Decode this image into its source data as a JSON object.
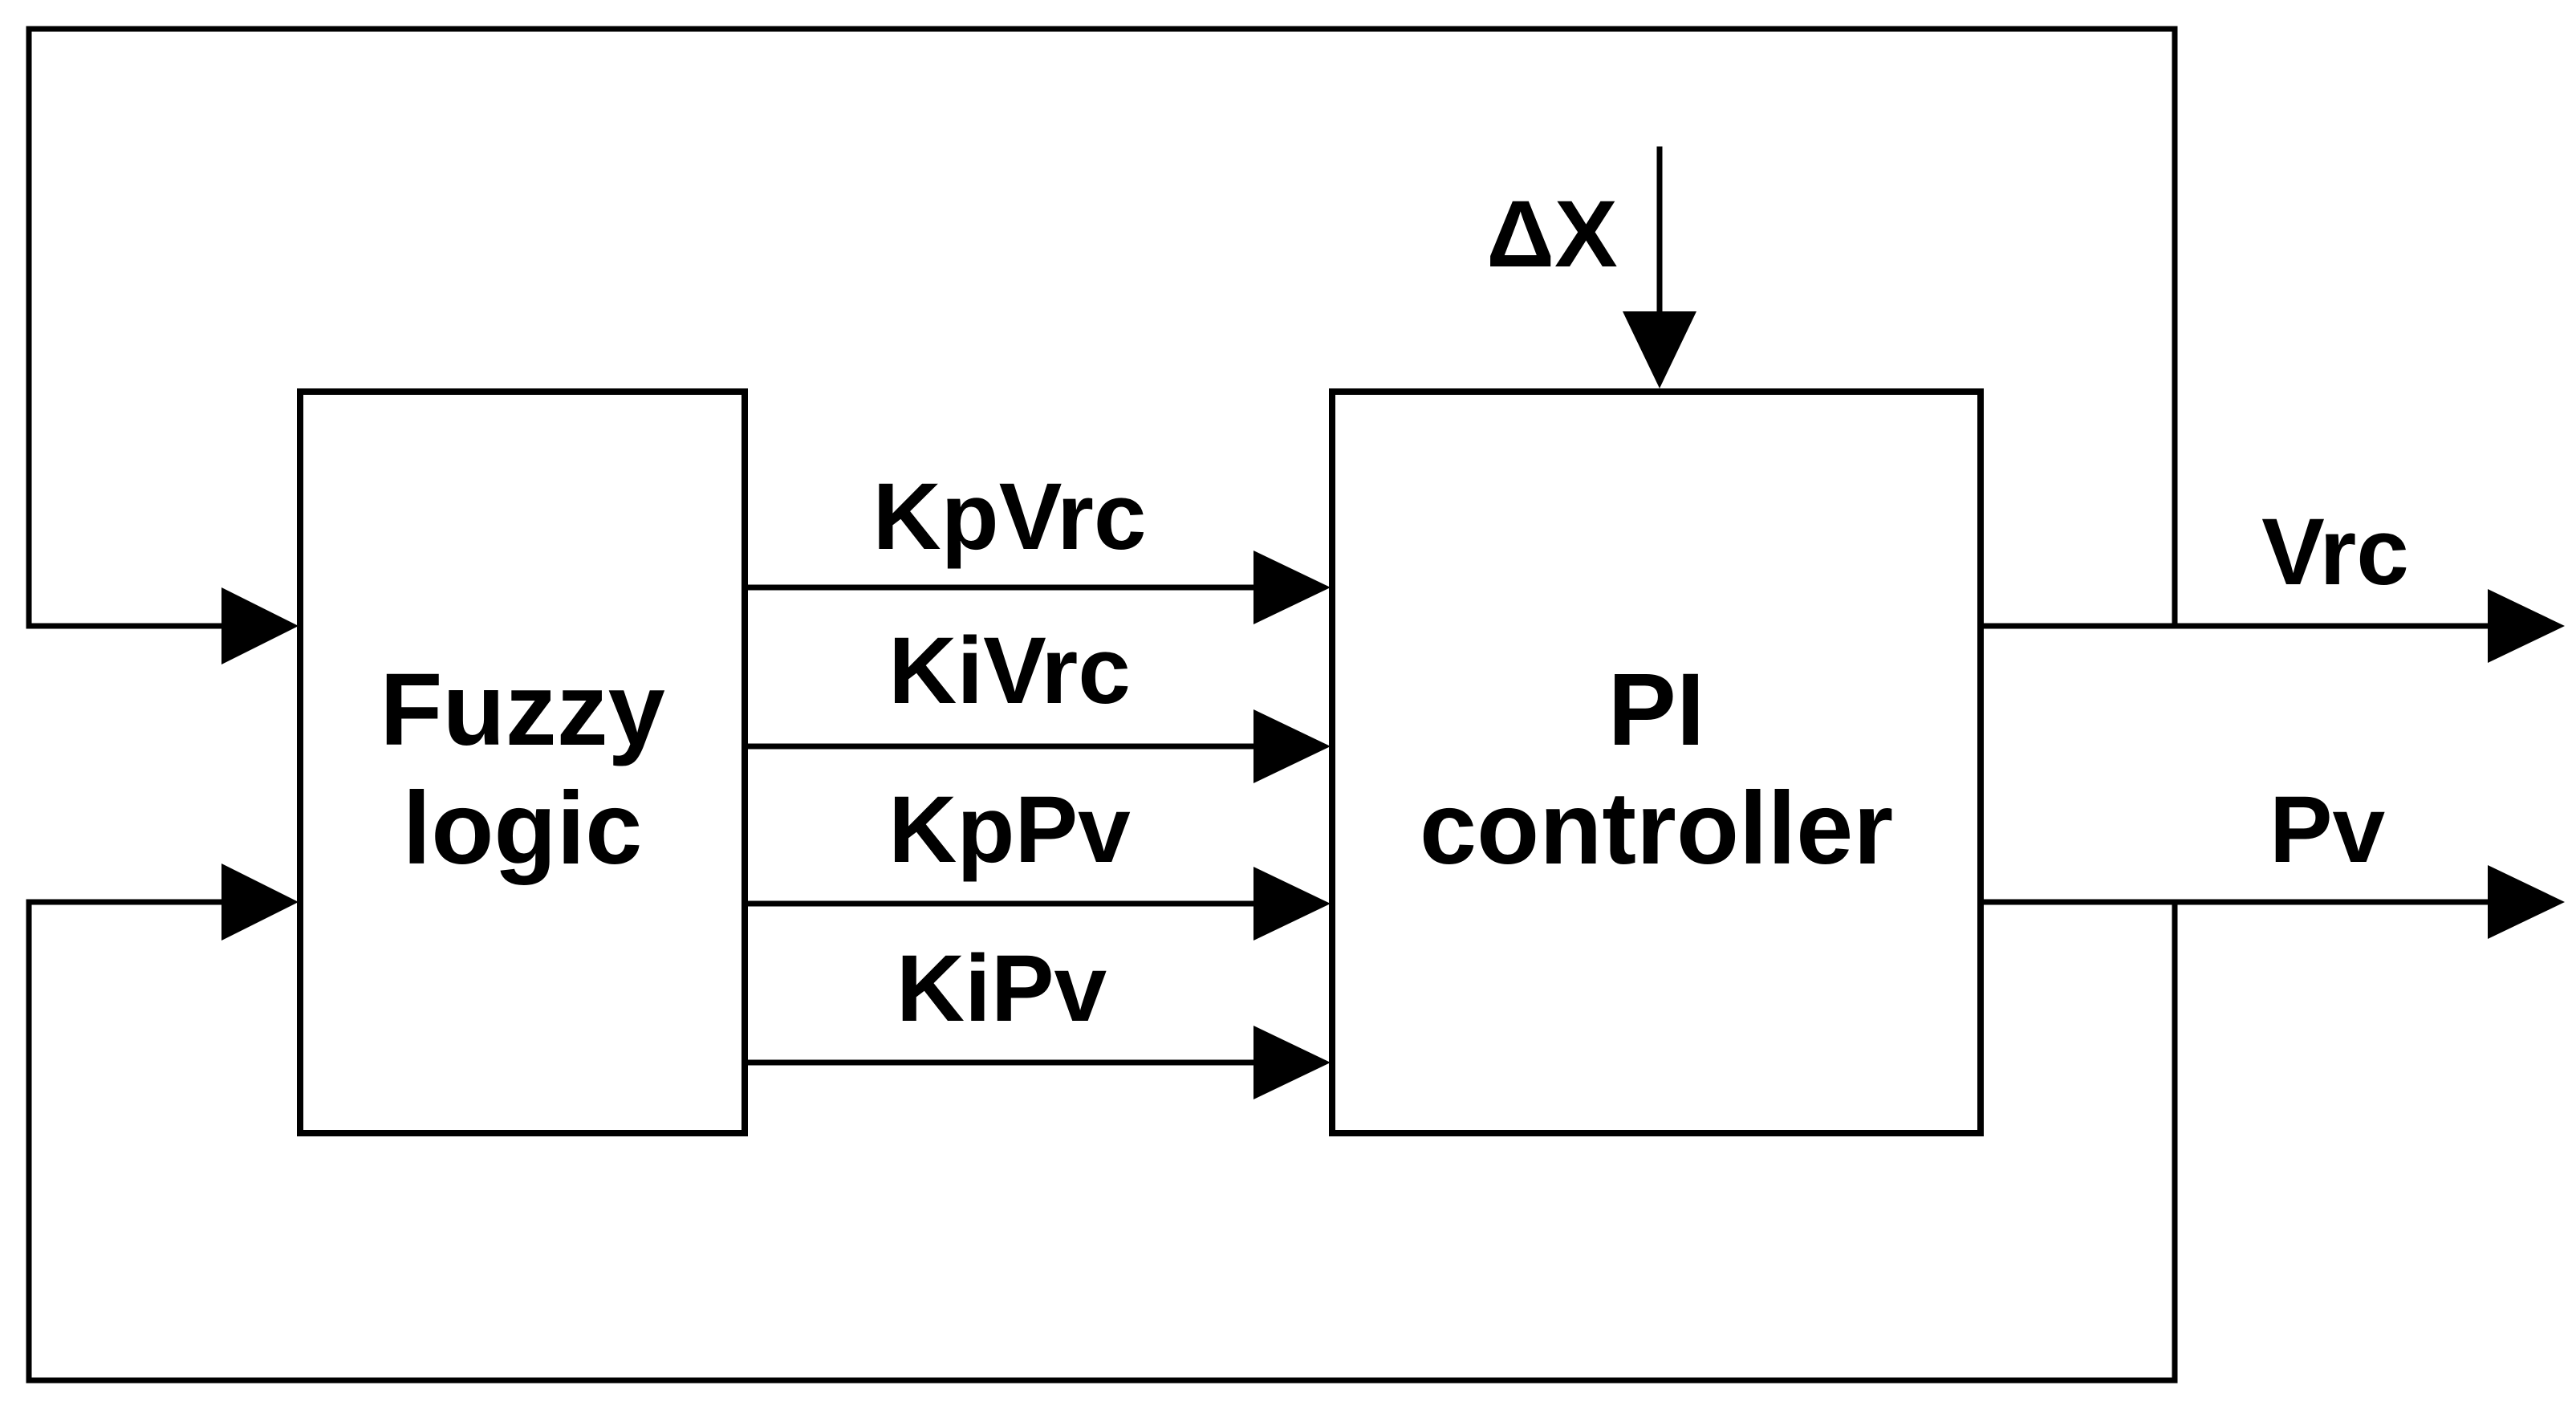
{
  "blocks": {
    "fuzzy": {
      "line1": "Fuzzy",
      "line2": "logic"
    },
    "pi": {
      "line1": "PI",
      "line2": "controller"
    }
  },
  "signals": {
    "disturbance": "ΔX",
    "gains": [
      "KpVrc",
      "KiVrc",
      "KpPv",
      "KiPv"
    ],
    "outputs": [
      "Vrc",
      "Pv"
    ]
  },
  "colors": {
    "line": "#000000",
    "background": "#ffffff"
  }
}
